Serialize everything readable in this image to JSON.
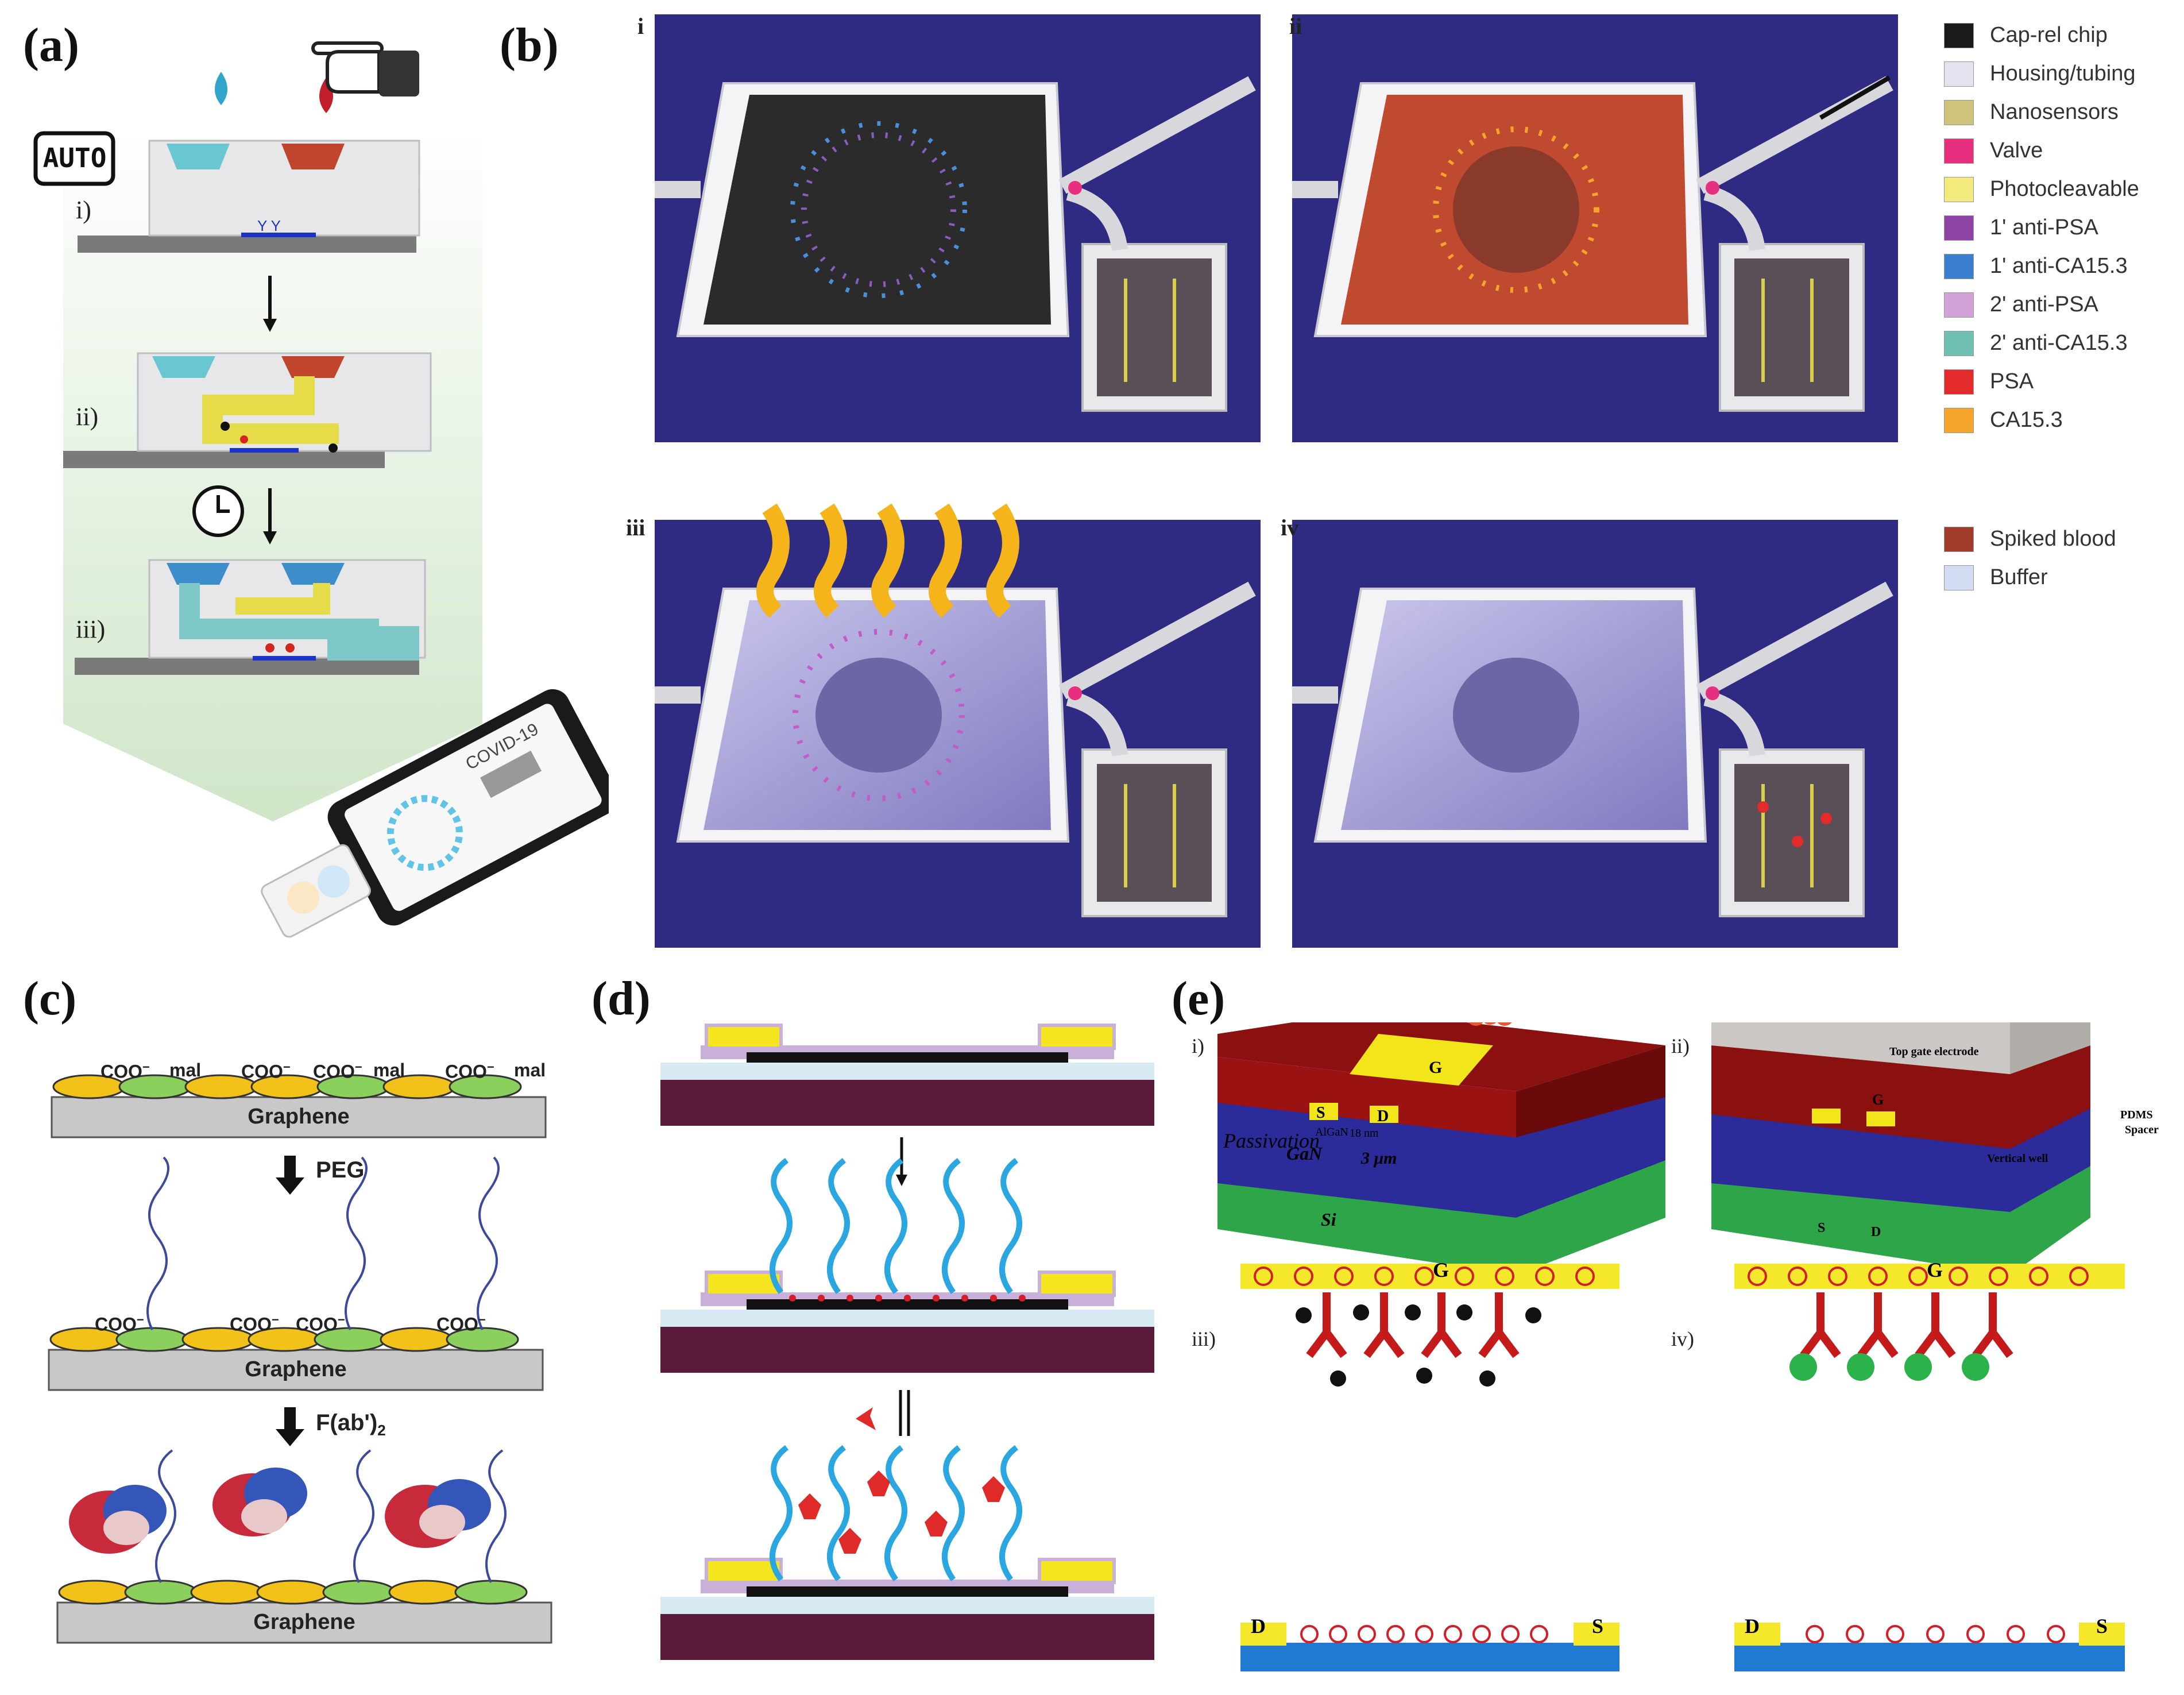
{
  "panels": {
    "a": {
      "label": "(a)",
      "auto_badge": "AUTO",
      "steps": [
        "i)",
        "ii)",
        "iii)"
      ],
      "phone_text": "COVID-19"
    },
    "b": {
      "label": "(b)",
      "sub": [
        "i",
        "ii",
        "iii",
        "iv"
      ],
      "legend": [
        {
          "text": "Cap-rel chip",
          "color": "#1a1a1a"
        },
        {
          "text": "Housing/tubing",
          "color": "#e4e2ee"
        },
        {
          "text": "Nanosensors",
          "color": "#cfc27a"
        },
        {
          "text": "Valve",
          "color": "#e6307f"
        },
        {
          "text": "Photocleavable",
          "color": "#f3ea7e"
        },
        {
          "text": "1' anti-PSA",
          "color": "#8e44a5"
        },
        {
          "text": "1' anti-CA15.3",
          "color": "#3a7fcf"
        },
        {
          "text": "2' anti-PSA",
          "color": "#d3a2d8"
        },
        {
          "text": "2' anti-CA15.3",
          "color": "#6fc0b3"
        },
        {
          "text": "PSA",
          "color": "#e32b2b"
        },
        {
          "text": "CA15.3",
          "color": "#f5a52b"
        }
      ],
      "legend2": [
        {
          "text": "Spiked blood",
          "color": "#a23c2a"
        },
        {
          "text": "Buffer",
          "color": "#d4dcf3"
        }
      ]
    },
    "c": {
      "label": "(c)",
      "top_labels": [
        "COO",
        "mal",
        "COO",
        "COO",
        "mal",
        "COO",
        "mal"
      ],
      "mid_labels": [
        "COO",
        "COO",
        "COO",
        "COO"
      ],
      "substrate": "Graphene",
      "step1": "PEG",
      "step2": "F(ab')"
    },
    "d": {
      "label": "(d)"
    },
    "e": {
      "label": "(e)",
      "sub": [
        "i)",
        "ii)",
        "iii)",
        "iv)"
      ],
      "i_labels": {
        "passivation": "Passivation",
        "s": "S",
        "d": "D",
        "g": "G",
        "algan": "AlGaN",
        "nm": "18 nm",
        "gan": "GaN",
        "um": "3 μm",
        "si": "Si"
      },
      "ii_labels": {
        "top_gate": "Top gate electrode",
        "g": "G",
        "pdms": "PDMS",
        "spacer": "Spacer",
        "well": "Vertical well",
        "s": "S",
        "d": "D"
      },
      "gate": "G",
      "drain": "D",
      "source": "S"
    }
  }
}
